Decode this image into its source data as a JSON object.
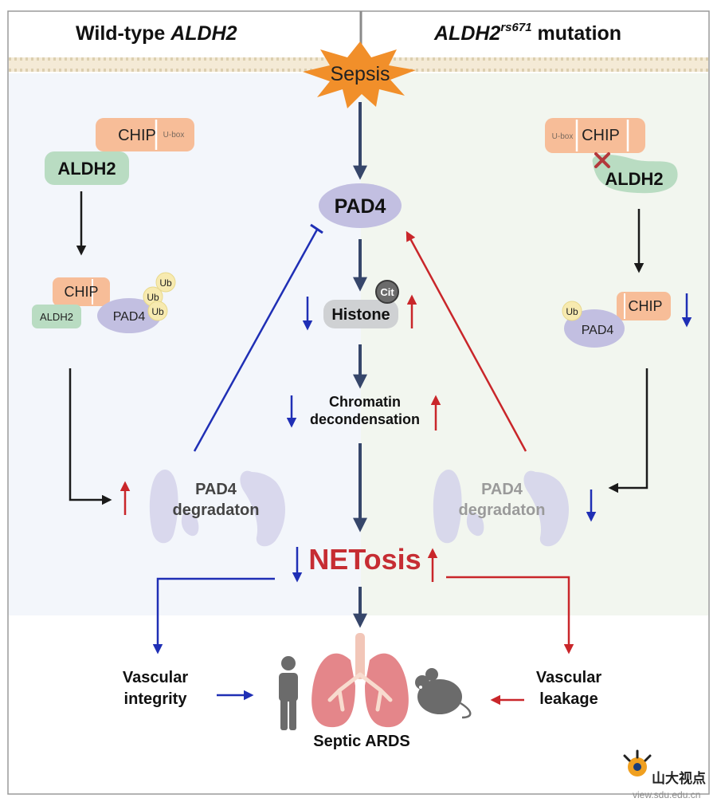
{
  "titles": {
    "left_prefix": "Wild-type ",
    "left_gene": "ALDH2",
    "right_gene": "ALDH2",
    "right_sup": "rs671",
    "right_suffix": " mutation"
  },
  "center": {
    "sepsis": "Sepsis",
    "pad4": "PAD4",
    "cit": "Cit",
    "histone": "Histone",
    "chromatin_line1": "Chromatin",
    "chromatin_line2": "decondensation",
    "netosis": "NETosis",
    "septic_ards": "Septic ARDS"
  },
  "left": {
    "chip": "CHIP",
    "ubox": "U-box",
    "aldh2": "ALDH2",
    "chip_complex": "CHIP",
    "aldh2_complex": "ALDH2",
    "pad4_complex": "PAD4",
    "ub1": "Ub",
    "ub2": "Ub",
    "ub3": "Ub",
    "degradation_line1": "PAD4",
    "degradation_line2": "degradaton",
    "outcome_line1": "Vascular",
    "outcome_line2": "integrity"
  },
  "right": {
    "chip": "CHIP",
    "ubox": "U-box",
    "aldh2": "ALDH2",
    "chip_complex": "CHIP",
    "pad4_complex": "PAD4",
    "ub": "Ub",
    "degradation_line1": "PAD4",
    "degradation_line2": "degradaton",
    "outcome_line1": "Vascular",
    "outcome_line2": "leakage"
  },
  "watermark": {
    "brand": "山大视点",
    "url": "view.sdu.edu.cn"
  },
  "colors": {
    "left_bg": "#f3f6fb",
    "right_bg": "#f2f6ef",
    "navy_arrow": "#36466a",
    "blue_arrow": "#1f2fb5",
    "red_arrow": "#c9262a",
    "pad4_fill": "#c2bfe1",
    "chip_fill": "#f7bd98",
    "aldh2_fill": "#b9dcc2",
    "sepsis_fill": "#f18f2a",
    "netosis_text": "#c62d33",
    "lung_fill": "#e4868a"
  }
}
